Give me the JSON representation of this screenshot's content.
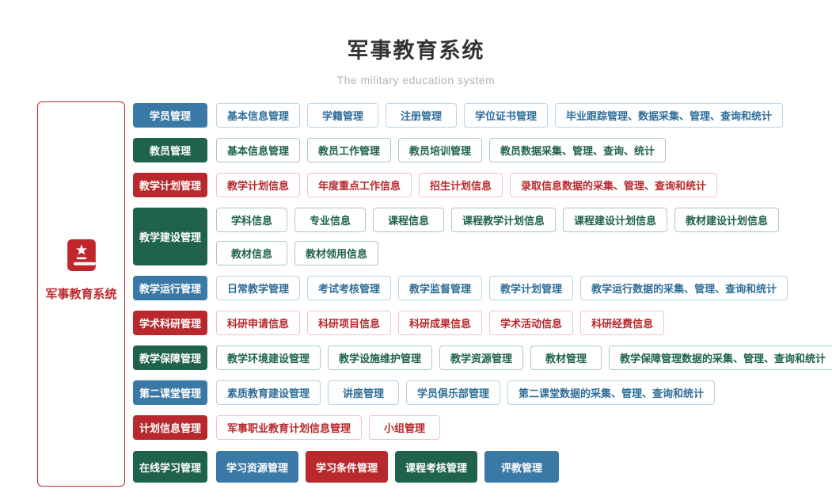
{
  "header": {
    "title": "军事教育系统",
    "subtitle": "The military education system"
  },
  "sidebar": {
    "label": "军事教育系统",
    "icon": "book-star-icon"
  },
  "colors": {
    "blue": "#3a78a5",
    "green": "#1f624d",
    "red": "#b8282c",
    "blue_outline_border": "#b9d3e3",
    "green_outline_border": "#aecabd",
    "red_outline_border": "#f2c3c5"
  },
  "rows": [
    {
      "category": {
        "label": "学员管理",
        "variant": "blue-solid"
      },
      "lines": [
        [
          {
            "label": "基本信息管理",
            "variant": "blue-outline"
          },
          {
            "label": "学籍管理",
            "variant": "blue-outline"
          },
          {
            "label": "注册管理",
            "variant": "blue-outline"
          },
          {
            "label": "学位证书管理",
            "variant": "blue-outline"
          },
          {
            "label": "毕业跟踪管理、数据采集、管理、查询和统计",
            "variant": "blue-outline"
          }
        ]
      ]
    },
    {
      "category": {
        "label": "教员管理",
        "variant": "green-solid"
      },
      "lines": [
        [
          {
            "label": "基本信息管理",
            "variant": "green-outline"
          },
          {
            "label": "教员工作管理",
            "variant": "green-outline"
          },
          {
            "label": "教员培训管理",
            "variant": "green-outline"
          },
          {
            "label": "教员数据采集、管理、查询、统计",
            "variant": "green-outline"
          }
        ]
      ]
    },
    {
      "category": {
        "label": "教学计划管理",
        "variant": "red-solid"
      },
      "lines": [
        [
          {
            "label": "教学计划信息",
            "variant": "red-outline"
          },
          {
            "label": "年度重点工作信息",
            "variant": "red-outline"
          },
          {
            "label": "招生计划信息",
            "variant": "red-outline"
          },
          {
            "label": "录取信息数据的采集、管理、查询和统计",
            "variant": "red-outline"
          }
        ]
      ]
    },
    {
      "category": {
        "label": "教学建设管理",
        "variant": "green-solid"
      },
      "lines": [
        [
          {
            "label": "学科信息",
            "variant": "green-outline"
          },
          {
            "label": "专业信息",
            "variant": "green-outline"
          },
          {
            "label": "课程信息",
            "variant": "green-outline"
          },
          {
            "label": "课程教学计划信息",
            "variant": "green-outline"
          },
          {
            "label": "课程建设计划信息",
            "variant": "green-outline"
          },
          {
            "label": "教材建设计划信息",
            "variant": "green-outline"
          }
        ],
        [
          {
            "label": "教材信息",
            "variant": "green-outline"
          },
          {
            "label": "教材领用信息",
            "variant": "green-outline"
          }
        ]
      ]
    },
    {
      "category": {
        "label": "教学运行管理",
        "variant": "blue-solid"
      },
      "lines": [
        [
          {
            "label": "日常教学管理",
            "variant": "blue-outline"
          },
          {
            "label": "考试考核管理",
            "variant": "blue-outline"
          },
          {
            "label": "教学监督管理",
            "variant": "blue-outline"
          },
          {
            "label": "教学计划管理",
            "variant": "blue-outline"
          },
          {
            "label": "教学运行数据的采集、管理、查询和统计",
            "variant": "blue-outline"
          }
        ]
      ]
    },
    {
      "category": {
        "label": "学术科研管理",
        "variant": "red-solid"
      },
      "lines": [
        [
          {
            "label": "科研申请信息",
            "variant": "red-outline"
          },
          {
            "label": "科研项目信息",
            "variant": "red-outline"
          },
          {
            "label": "科研成果信息",
            "variant": "red-outline"
          },
          {
            "label": "学术活动信息",
            "variant": "red-outline"
          },
          {
            "label": "科研经费信息",
            "variant": "red-outline"
          }
        ]
      ]
    },
    {
      "category": {
        "label": "教学保障管理",
        "variant": "green-solid"
      },
      "lines": [
        [
          {
            "label": "教学环境建设管理",
            "variant": "green-outline"
          },
          {
            "label": "教学设施维护管理",
            "variant": "green-outline"
          },
          {
            "label": "教学资源管理",
            "variant": "green-outline"
          },
          {
            "label": "教材管理",
            "variant": "green-outline"
          },
          {
            "label": "教学保障管理数据的采集、管理、查询和统计",
            "variant": "green-outline"
          }
        ]
      ]
    },
    {
      "category": {
        "label": "第二课堂管理",
        "variant": "blue-solid"
      },
      "lines": [
        [
          {
            "label": "素质教育建设管理",
            "variant": "blue-outline"
          },
          {
            "label": "讲座管理",
            "variant": "blue-outline"
          },
          {
            "label": "学员俱乐部管理",
            "variant": "blue-outline"
          },
          {
            "label": "第二课堂数据的采集、管理、查询和统计",
            "variant": "blue-outline"
          }
        ]
      ]
    },
    {
      "category": {
        "label": "计划信息管理",
        "variant": "red-solid"
      },
      "lines": [
        [
          {
            "label": "军事职业教育计划信息管理",
            "variant": "red-outline"
          },
          {
            "label": "小组管理",
            "variant": "red-outline"
          }
        ]
      ]
    },
    {
      "category": {
        "label": "在线学习管理",
        "variant": "green-solid"
      },
      "lines": [
        [
          {
            "label": "学习资源管理",
            "variant": "blue-solid"
          },
          {
            "label": "学习条件管理",
            "variant": "red-solid"
          },
          {
            "label": "课程考核管理",
            "variant": "green-solid"
          },
          {
            "label": "评教管理",
            "variant": "blue-solid"
          }
        ]
      ]
    }
  ]
}
